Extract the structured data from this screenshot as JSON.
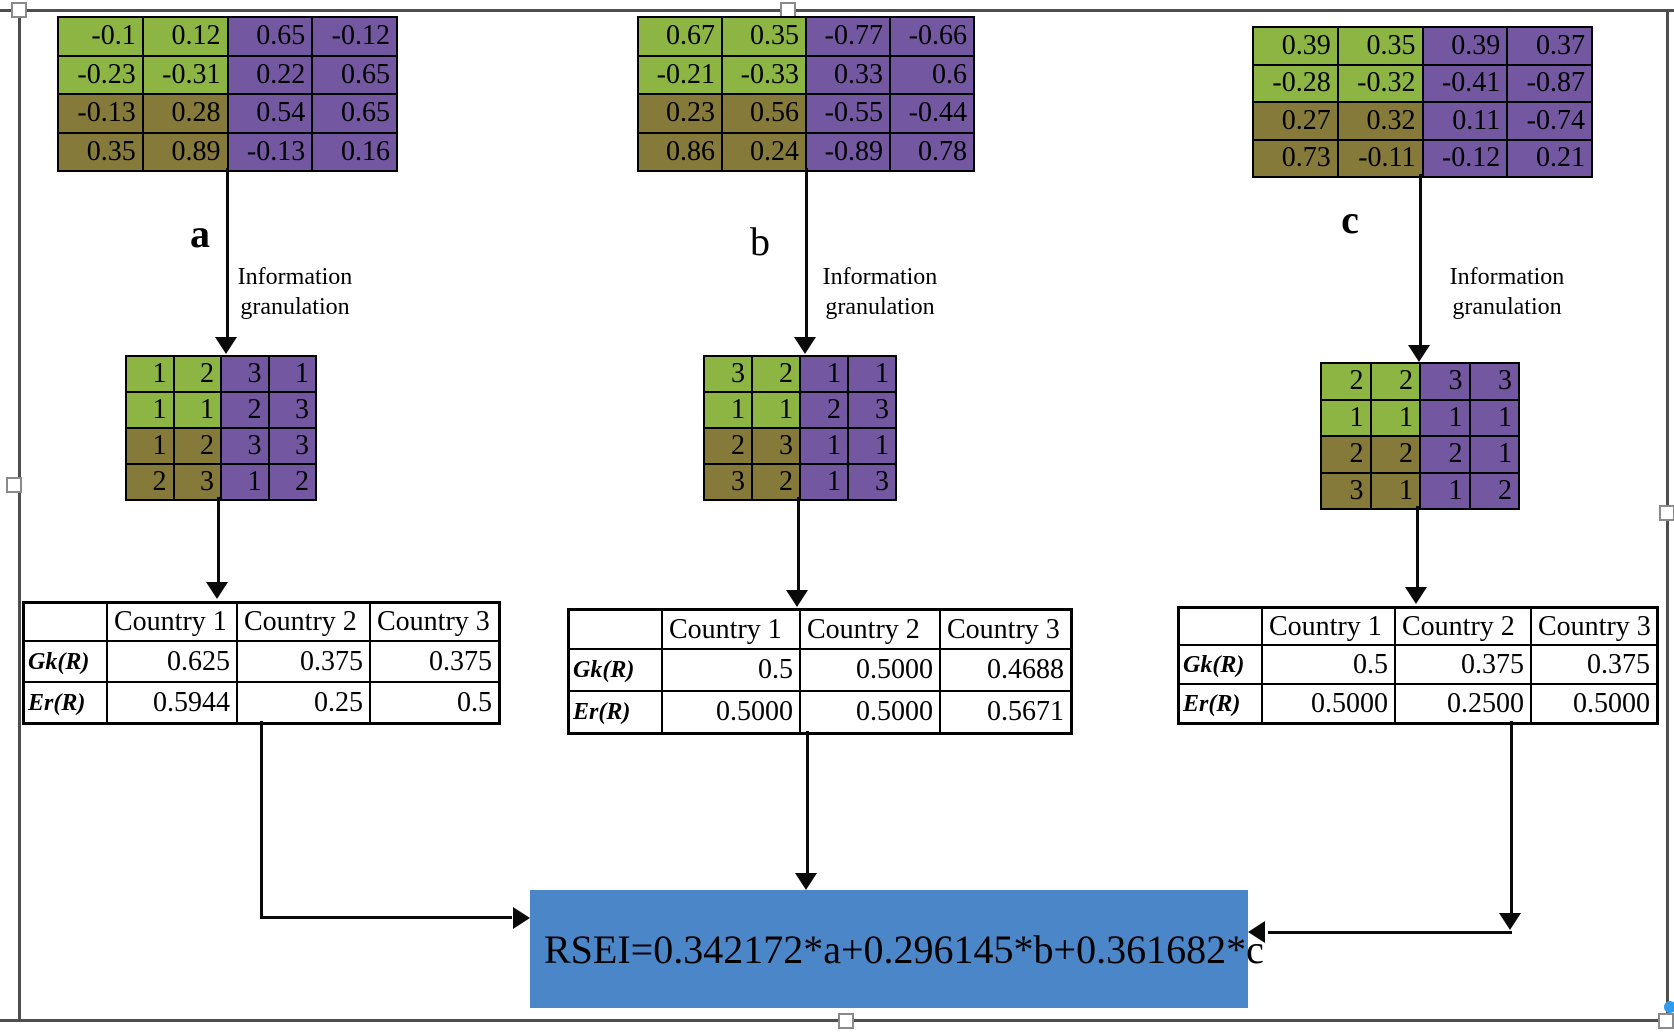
{
  "figure": {
    "info_label": {
      "line1": "Information",
      "line2": "granulation"
    },
    "result_box": {
      "formula": "RSEI=0.342172*a+0.296145*b+0.361682*c"
    },
    "colors": {
      "green": "#8cb544",
      "olive": "#867a3b",
      "purple": "#7457a1",
      "result_blue": "#4a86c8"
    },
    "pipelines": [
      {
        "label": "a",
        "raw_matrix": [
          [
            "-0.1",
            "0.12",
            "0.65",
            "-0.12"
          ],
          [
            "-0.23",
            "-0.31",
            "0.22",
            "0.65"
          ],
          [
            "-0.13",
            "0.28",
            "0.54",
            "0.65"
          ],
          [
            "0.35",
            "0.89",
            "-0.13",
            "0.16"
          ]
        ],
        "granulated_matrix": [
          [
            "1",
            "2",
            "3",
            "1"
          ],
          [
            "1",
            "1",
            "2",
            "3"
          ],
          [
            "1",
            "2",
            "3",
            "3"
          ],
          [
            "2",
            "3",
            "1",
            "2"
          ]
        ],
        "result_table": {
          "corner": "",
          "col_headers": [
            "Country 1",
            "Country 2",
            "Country 3"
          ],
          "row_labels": [
            "Gk(R)",
            "Er(R)"
          ],
          "rows": [
            [
              "0.625",
              "0.375",
              "0.375"
            ],
            [
              "0.5944",
              "0.25",
              "0.5"
            ]
          ]
        }
      },
      {
        "label": "b",
        "raw_matrix": [
          [
            "0.67",
            "0.35",
            "-0.77",
            "-0.66"
          ],
          [
            "-0.21",
            "-0.33",
            "0.33",
            "0.6"
          ],
          [
            "0.23",
            "0.56",
            "-0.55",
            "-0.44"
          ],
          [
            "0.86",
            "0.24",
            "-0.89",
            "0.78"
          ]
        ],
        "granulated_matrix": [
          [
            "3",
            "2",
            "1",
            "1"
          ],
          [
            "1",
            "1",
            "2",
            "3"
          ],
          [
            "2",
            "3",
            "1",
            "1"
          ],
          [
            "3",
            "2",
            "1",
            "3"
          ]
        ],
        "result_table": {
          "corner": "",
          "col_headers": [
            "Country 1",
            "Country 2",
            "Country 3"
          ],
          "row_labels": [
            "Gk(R)",
            "Er(R)"
          ],
          "rows": [
            [
              "0.5",
              "0.5000",
              "0.4688"
            ],
            [
              "0.5000",
              "0.5000",
              "0.5671"
            ]
          ]
        }
      },
      {
        "label": "c",
        "raw_matrix": [
          [
            "0.39",
            "0.35",
            "0.39",
            "0.37"
          ],
          [
            "-0.28",
            "-0.32",
            "-0.41",
            "-0.87"
          ],
          [
            "0.27",
            "0.32",
            "0.11",
            "-0.74"
          ],
          [
            "0.73",
            "-0.11",
            "-0.12",
            "0.21"
          ]
        ],
        "granulated_matrix": [
          [
            "2",
            "2",
            "3",
            "3"
          ],
          [
            "1",
            "1",
            "1",
            "1"
          ],
          [
            "2",
            "2",
            "2",
            "1"
          ],
          [
            "3",
            "1",
            "1",
            "2"
          ]
        ],
        "result_table": {
          "corner": "",
          "col_headers": [
            "Country 1",
            "Country 2",
            "Country 3"
          ],
          "row_labels": [
            "Gk(R)",
            "Er(R)"
          ],
          "rows": [
            [
              "0.5",
              "0.375",
              "0.375"
            ],
            [
              "0.5000",
              "0.2500",
              "0.5000"
            ]
          ]
        }
      }
    ]
  }
}
